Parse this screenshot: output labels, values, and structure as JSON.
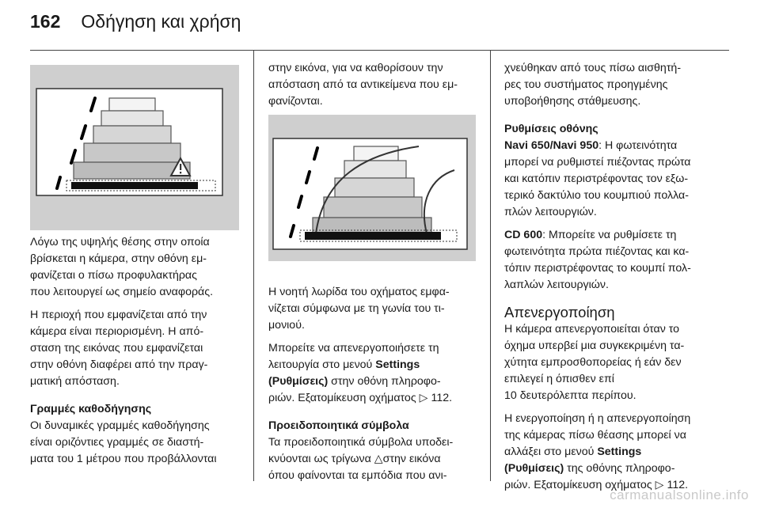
{
  "header": {
    "page_number": "162",
    "title": "Οδήγηση και χρήση"
  },
  "col1": {
    "p1": [
      "Λόγω της υψηλής θέσης στην οποία",
      "βρίσκεται η κάμερα, στην οθόνη εμ‐",
      "φανίζεται ο πίσω προφυλακτήρας",
      "που λειτουργεί ως σημείο αναφοράς."
    ],
    "p2": [
      "Η περιοχή που εμφανίζεται από την",
      "κάμερα είναι περιορισμένη. Η από‐",
      "σταση της εικόνας που εμφανίζεται",
      "στην οθόνη διαφέρει από την πραγ‐",
      "ματική απόσταση."
    ],
    "heading": "Γραμμές καθοδήγησης",
    "p3": [
      "Οι δυναμικές γραμμές καθοδήγησης",
      "είναι οριζόντιες γραμμές σε διαστή‐",
      "ματα του 1 μέτρου που προβάλλονται"
    ]
  },
  "col2": {
    "p1": [
      "στην εικόνα, για να καθορίσουν την",
      "απόσταση από τα αντικείμενα που εμ‐",
      "φανίζονται."
    ],
    "p2": [
      "Η νοητή λωρίδα του οχήματος εμφα‐",
      "νίζεται σύμφωνα με τη γωνία του τι‐",
      "μονιού."
    ],
    "p3_line1": "Μπορείτε να απενεργοποιήσετε τη",
    "p3_line2_pre": "λειτουργία στο μενού ",
    "p3_settings": "Settings",
    "p3_rythmiseis": "(Ρυθμίσεις)",
    "p3_line3_post": " στην οθόνη πληροφο‐",
    "p3_line4": "ριών. Εξατομίκευση οχήματος",
    "p3_ref": "112",
    "heading": "Προειδοποιητικά σύμβολα",
    "p4_line1": "Τα προειδοποιητικά σύμβολα υποδει‐",
    "p4_line2_pre": "κνύονται ως τρίγωνα ",
    "p4_line2_post": "στην εικόνα",
    "p4_line3": "όπου φαίνονται τα εμπόδια που ανι‐"
  },
  "col3": {
    "p1": [
      "χνεύθηκαν από τους πίσω αισθητή‐",
      "ρες του συστήματος προηγμένης",
      "υποβοήθησης στάθμευσης."
    ],
    "heading": "Ρυθμίσεις οθόνης",
    "navi_label": "Navi 650/Navi 950",
    "navi_text1": ": Η φωτεινότητα",
    "navi_lines": [
      "μπορεί να ρυθμιστεί πιέζοντας πρώτα",
      "και κατόπιν περιστρέφοντας τον εξω‐",
      "τερικό δακτύλιο του κουμπιού πολλα‐",
      "πλών λειτουργιών."
    ],
    "cd_label": "CD 600",
    "cd_text1": ": Μπορείτε να ρυθμίσετε τη",
    "cd_lines": [
      "φωτεινότητα πρώτα πιέζοντας και κα‐",
      "τόπιν περιστρέφοντας το κουμπί πολ‐",
      "λαπλών λειτουργιών."
    ],
    "h2": "Απενεργοποίηση",
    "p_deact": [
      "Η κάμερα απενεργοποιείται όταν το",
      "όχημα υπερβεί μια συγκεκριμένη τα‐",
      "χύτητα εμπροσθοπορείας ή εάν δεν",
      "επιλεγεί η όπισθεν επί",
      "10 δευτερόλεπτα περίπου."
    ],
    "p_last_line1": "Η ενεργοποίηση ή η απενεργοποίηση",
    "p_last_line2": "της κάμερας πίσω θέασης μπορεί να",
    "p_last_line3_pre": "αλλάξει στο μενού ",
    "p_last_settings": "Settings",
    "p_last_rythmiseis": "(Ρυθμίσεις)",
    "p_last_line4_post": " της οθόνης πληροφο‐",
    "p_last_line5": "ριών. Εξατομίκευση οχήματος",
    "p_last_ref": "112"
  },
  "watermark": "carmanualsonline.info",
  "colors": {
    "band": "#d6d6d6",
    "screen": "#ffffff",
    "bumper": "#111111"
  },
  "icons": [
    "warning-triangle-icon",
    "page-reference-arrow-icon"
  ]
}
